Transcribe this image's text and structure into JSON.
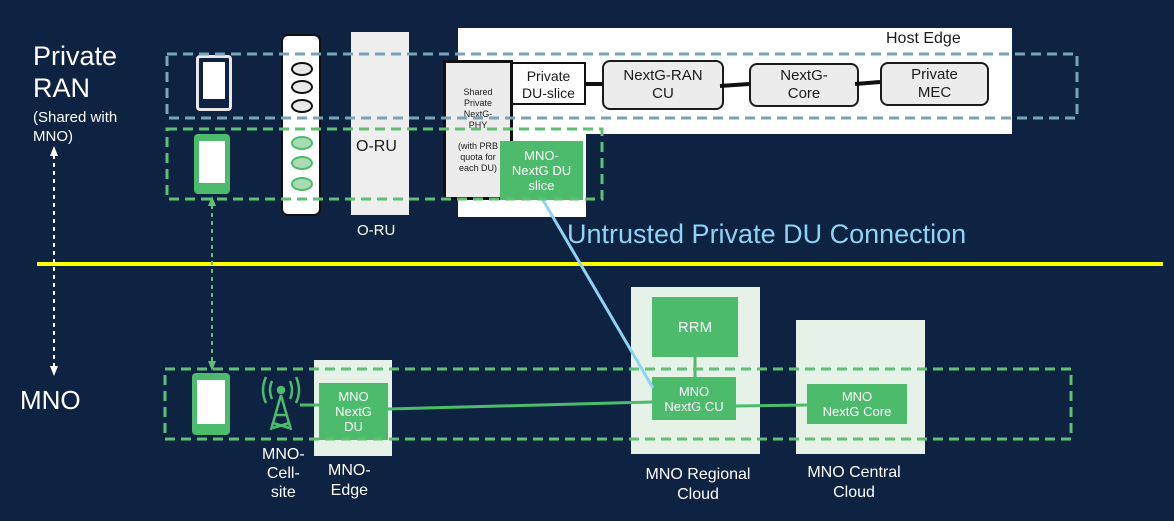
{
  "private_ran": {
    "title_line1": "Private",
    "title_line2": "RAN",
    "subtitle_line1": "(Shared with",
    "subtitle_line2": "MNO)"
  },
  "mno_label": "MNO",
  "host_edge": {
    "title": "Host Edge",
    "shared_phy": {
      "line1": "Shared",
      "line2": "Private",
      "line3": "NextG-",
      "line4": "PHY",
      "line5": "(with PRB",
      "line6": "quota for",
      "line7": "each DU)"
    },
    "private_du_line1": "Private",
    "private_du_line2": "DU-slice",
    "ran_cu_line1": "NextG-RAN",
    "ran_cu_line2": "CU",
    "core_line1": "NextG-",
    "core_line2": "Core",
    "mec_line1": "Private",
    "mec_line2": "MEC",
    "mno_du_slice_line1": "MNO-",
    "mno_du_slice_line2": "NextG DU",
    "mno_du_slice_line3": "slice"
  },
  "oru": {
    "inner_label": "O-RU",
    "caption": "O-RU"
  },
  "connection_label": "Untrusted Private DU Connection",
  "mno_edge": {
    "du_line1": "MNO",
    "du_line2": "NextG",
    "du_line3": "DU",
    "caption_line1": "MNO-",
    "caption_line2": "Edge"
  },
  "cell_site": {
    "caption_line1": "MNO-",
    "caption_line2": "Cell-",
    "caption_line3": "site"
  },
  "regional_cloud": {
    "rrm": "RRM",
    "cu_line1": "MNO",
    "cu_line2": "NextG CU",
    "caption_line1": "MNO Regional",
    "caption_line2": "Cloud"
  },
  "central_cloud": {
    "core_line1": "MNO",
    "core_line2": "NextG Core",
    "caption_line1": "MNO Central",
    "caption_line2": "Cloud"
  },
  "colors": {
    "background": "#0e2341",
    "green": "#4cbb6b",
    "yellow_divider": "#ffff00",
    "blue_link": "#8fd3f4",
    "dashed_blue": "#7aa3b6"
  }
}
